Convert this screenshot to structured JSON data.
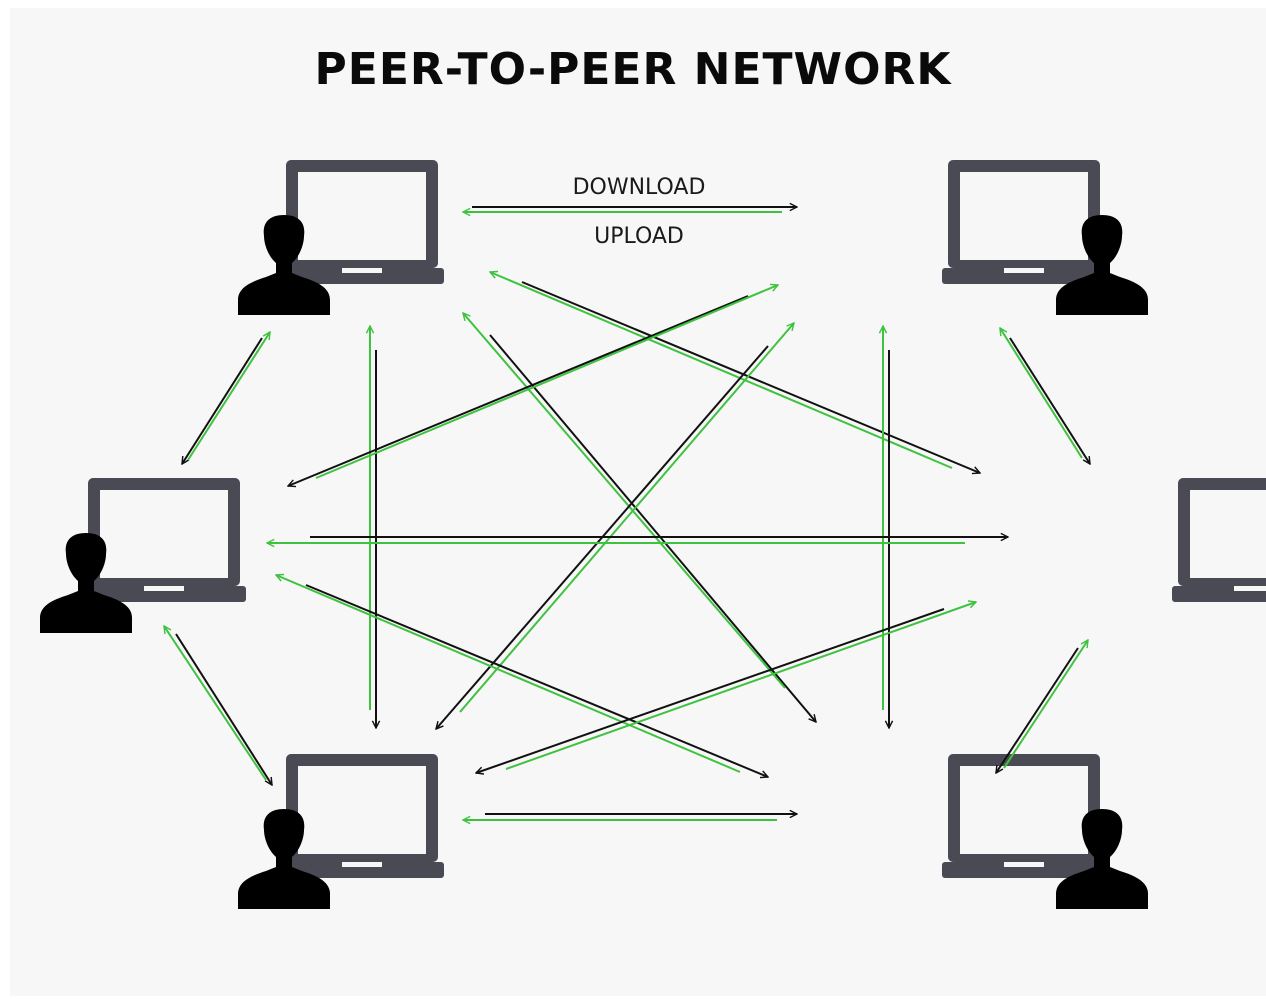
{
  "title": "PEER-TO-PEER NETWORK",
  "labels": {
    "download": "DOWNLOAD",
    "upload": "UPLOAD"
  },
  "colors": {
    "background": "#f7f7f7",
    "laptop": "#4a4a55",
    "person": "#000000",
    "download_arrow": "#111111",
    "upload_arrow": "#3fc23f"
  },
  "peers": [
    {
      "id": "peer-top-left"
    },
    {
      "id": "peer-top-right"
    },
    {
      "id": "peer-middle-left"
    },
    {
      "id": "peer-middle-right"
    },
    {
      "id": "peer-bottom-left"
    },
    {
      "id": "peer-bottom-right"
    }
  ]
}
